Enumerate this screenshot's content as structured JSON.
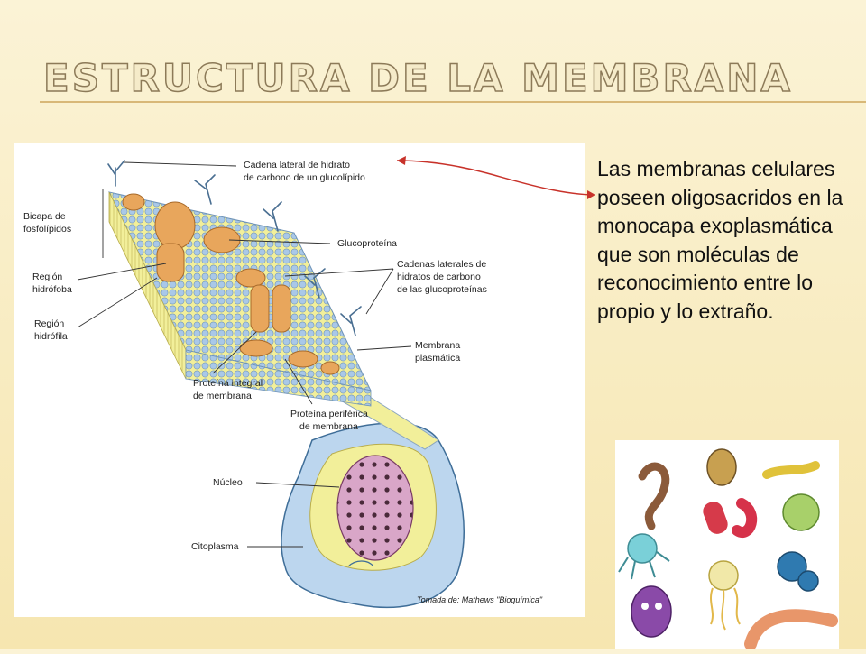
{
  "slide": {
    "title": "ESTRUCTURA DE LA MEMBRANA",
    "body_text": "Las membranas celulares poseen oligosacridos en la monocapa exoplasmática que son moléculas de reconocimiento entre lo propio y lo extraño."
  },
  "diagram": {
    "labels": {
      "cadena_lateral_1": "Cadena lateral de hidrato",
      "cadena_lateral_2": "de carbono de un glucolípido",
      "bicapa_1": "Bicapa de",
      "bicapa_2": "fosfolípidos",
      "glucoproteina": "Glucoproteína",
      "region_hidrofoba_1": "Región",
      "region_hidrofoba_2": "hidrófoba",
      "cadenas_laterales_1": "Cadenas laterales de",
      "cadenas_laterales_2": "hidratos de carbono",
      "cadenas_laterales_3": "de las glucoproteínas",
      "region_hidrofila_1": "Región",
      "region_hidrofila_2": "hidrófila",
      "membrana_plasmatica_1": "Membrana",
      "membrana_plasmatica_2": "plasmática",
      "proteina_integral_1": "Proteína integral",
      "proteina_integral_2": "de membrana",
      "proteina_periferica_1": "Proteína periférica",
      "proteina_periferica_2": "de membrana",
      "nucleo": "Núcleo",
      "citoplasma": "Citoplasma"
    },
    "credit": "Tomada de: Mathews \"Bioquímica\""
  },
  "colors": {
    "arrow": "#c8322a",
    "protein": "#e8a65c",
    "head": "#a9c8e8",
    "tail": "#f2ef9a",
    "cell": "#bcd6ee",
    "nucleus": "#d9a6c8"
  }
}
